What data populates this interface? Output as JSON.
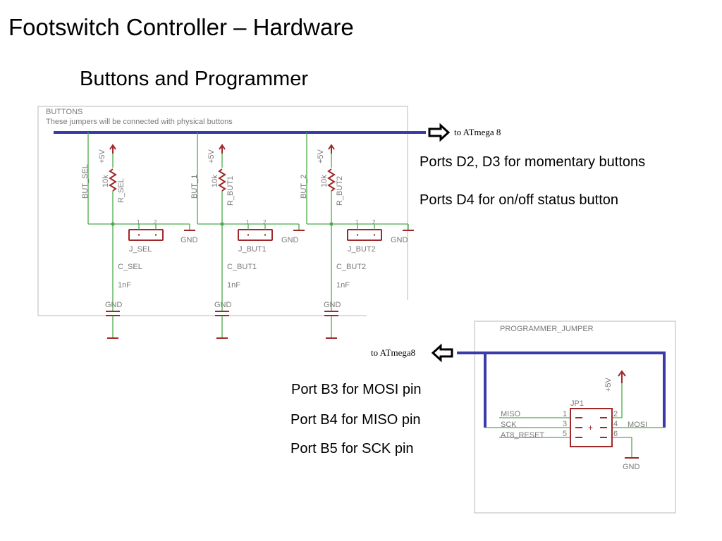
{
  "slide": {
    "title": "Footswitch Controller – Hardware",
    "subtitle": "Buttons and Programmer"
  },
  "buttons_schematic": {
    "frame_label": "BUTTONS",
    "frame_note": "These jumpers will be connected with physical buttons",
    "arrow_label": "to ATmega 8",
    "channels": [
      {
        "net": "BUT_SEL",
        "resistor": "R_SEL",
        "jumper": "J_SEL",
        "capacitor": "C_SEL"
      },
      {
        "net": "BUT_1",
        "resistor": "R_BUT1",
        "jumper": "J_BUT1",
        "capacitor": "C_BUT1"
      },
      {
        "net": "BUT_2",
        "resistor": "R_BUT2",
        "jumper": "J_BUT2",
        "capacitor": "C_BUT2"
      }
    ],
    "supply_label": "+5V",
    "resistor_value": "10k",
    "capacitor_value": "1nF",
    "ground_label": "GND",
    "pin1": "1",
    "pin2": "2"
  },
  "programmer_schematic": {
    "frame_label": "PROGRAMMER_JUMPER",
    "arrow_label": "to ATmega8",
    "connector": "JP1",
    "supply_label": "+5V",
    "ground_label": "GND",
    "pins_left": [
      {
        "name": "MISO",
        "num": "1"
      },
      {
        "name": "SCK",
        "num": "3"
      },
      {
        "name": "AT8_RESET",
        "num": "5"
      }
    ],
    "pins_right": [
      {
        "name": "",
        "num": "2"
      },
      {
        "name": "MOSI",
        "num": "4"
      },
      {
        "name": "",
        "num": "6"
      }
    ],
    "center_mark": "+"
  },
  "notes": {
    "ports_momentary": "Ports D2, D3 for momentary buttons",
    "ports_status": "Ports D4 for on/off status button",
    "mosi": "Port B3 for MOSI pin",
    "miso": "Port B4 for MISO pin",
    "sck": "Port B5 for SCK pin"
  }
}
